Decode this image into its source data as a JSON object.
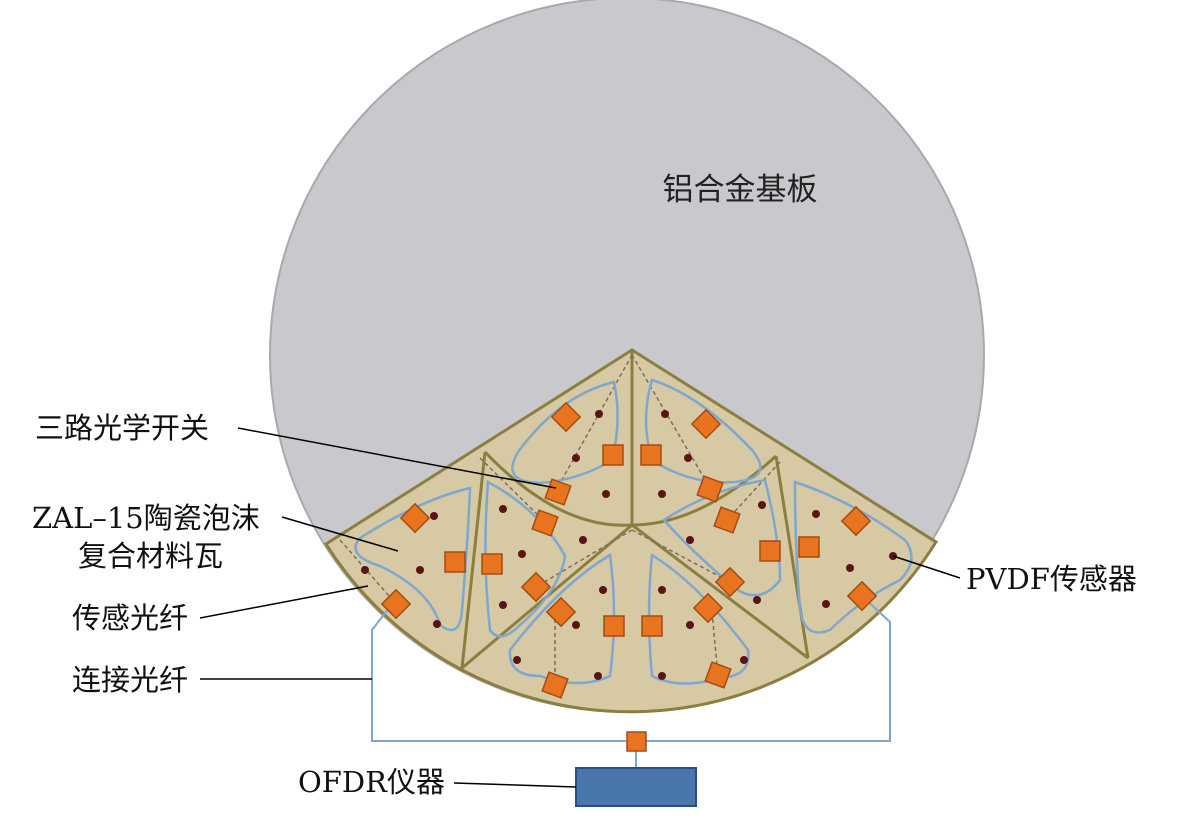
{
  "labels": {
    "substrate": "铝合金基板",
    "switch": "三路光学开关",
    "tile_line1": "ZAL–15陶瓷泡沫",
    "tile_line2": "复合材料瓦",
    "sensing_fiber": "传感光纤",
    "connect_fiber": "连接光纤",
    "pvdf": "PVDF传感器",
    "ofdr": "OFDR仪器"
  },
  "colors": {
    "substrate_fill": "#c9c9cd",
    "substrate_stroke": "#a9a9ad",
    "tile_fill": "#d7c9a3",
    "tile_stroke": "#8a7f3e",
    "fiber": "#7ea7cf",
    "switch_fill": "#e8741f",
    "switch_stroke": "#a44c10",
    "pvdf_dot": "#5a1414",
    "ofdr_fill": "#4a76ae",
    "ofdr_stroke": "#2b4f7c",
    "leader": "#000000"
  }
}
